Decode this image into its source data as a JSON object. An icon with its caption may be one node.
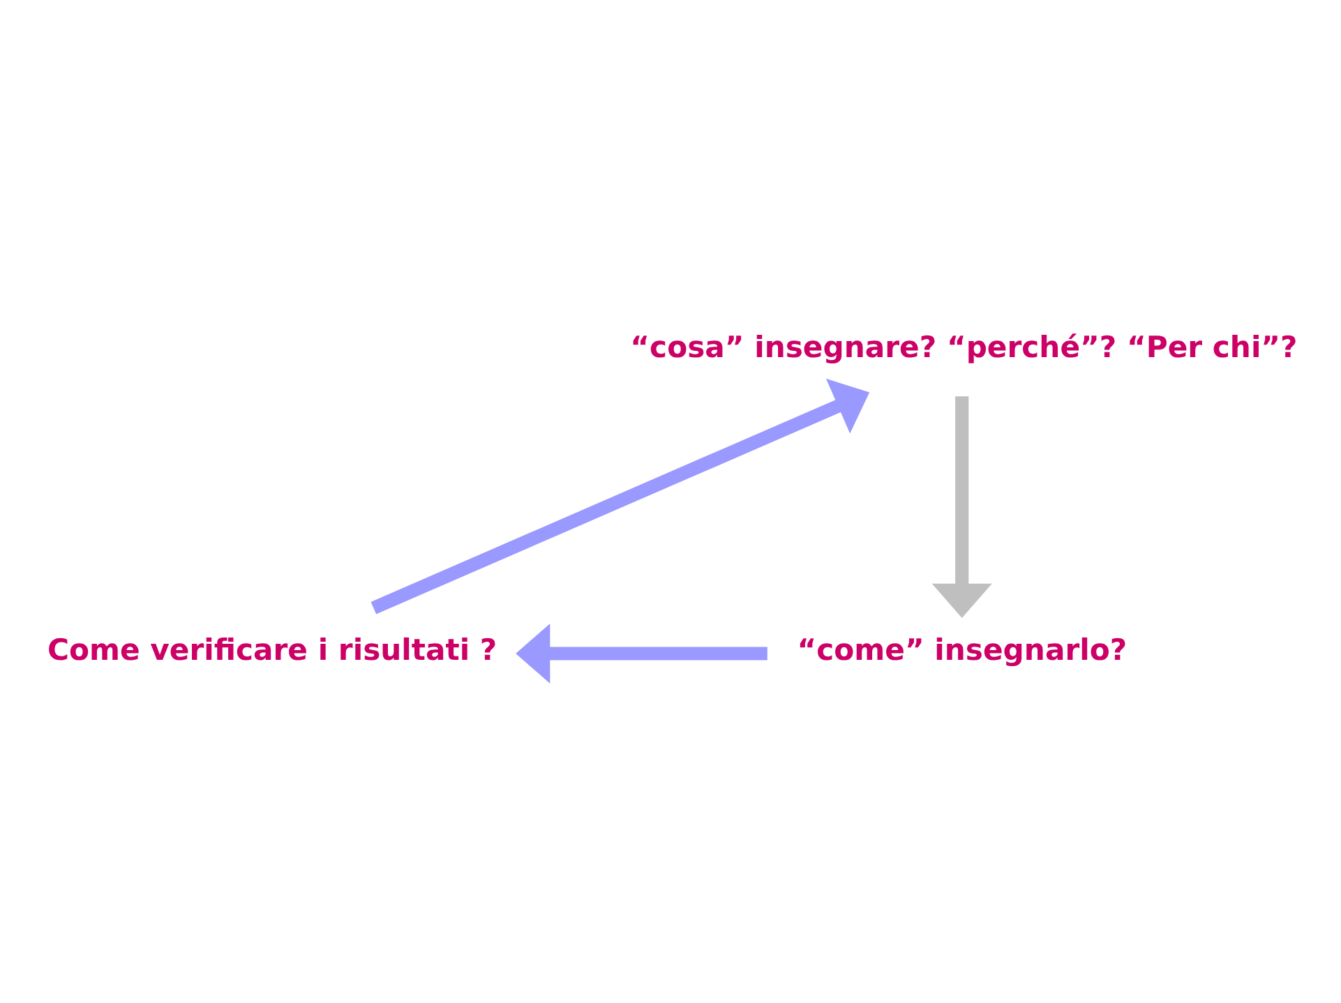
{
  "diagram": {
    "nodes": [
      {
        "text": [
          "“cosa” insegnare? “perché”? “Per chi”?"
        ]
      },
      {
        "text": [
          "“come” insegnarlo?"
        ]
      },
      {
        "text": [
          "Come verificare i risultati ?"
        ]
      }
    ],
    "edges": [
      {
        "from": 0,
        "to": 1,
        "arrow": "to",
        "color": "#bfbfbf"
      },
      {
        "from": 1,
        "to": 2,
        "arrow": "to"
      },
      {
        "from": 2,
        "to": 0,
        "arrow": "to"
      }
    ]
  }
}
